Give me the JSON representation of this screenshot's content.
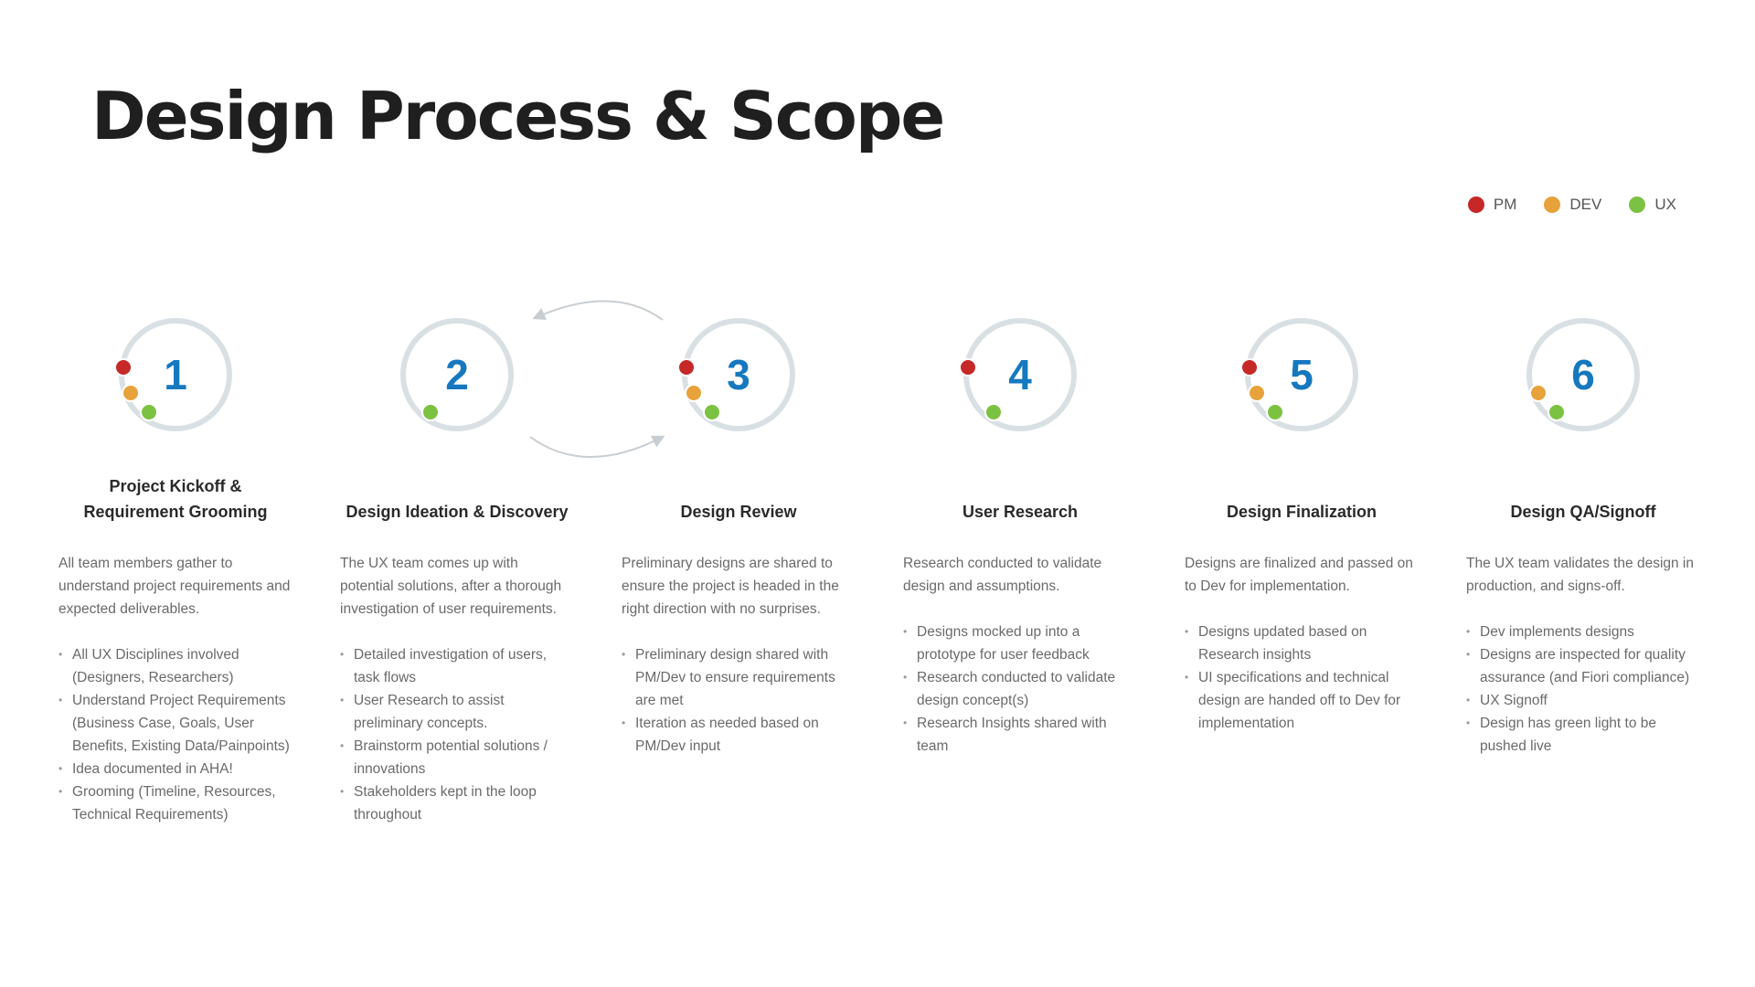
{
  "page": {
    "title": "Design Process & Scope"
  },
  "legend": [
    {
      "label": "PM",
      "color": "#c62828"
    },
    {
      "label": "DEV",
      "color": "#e8a23b"
    },
    {
      "label": "UX",
      "color": "#7cc242"
    }
  ],
  "stages": [
    {
      "number": "1",
      "title": "Project Kickoff &\nRequirement Grooming",
      "roles": [
        "PM",
        "DEV",
        "UX"
      ],
      "description": "All team members gather to understand project requirements and expected deliverables.",
      "bullets": [
        "All UX Disciplines involved (Designers, Researchers)",
        "Understand Project Requirements (Business Case, Goals, User Benefits, Existing Data/Painpoints)",
        "Idea documented in AHA!",
        "Grooming (Timeline, Resources, Technical Requirements)"
      ]
    },
    {
      "number": "2",
      "title": "Design Ideation & Discovery",
      "roles": [
        "UX"
      ],
      "description": "The UX team comes up with potential solutions, after a thorough investigation of user requirements.",
      "bullets": [
        "Detailed investigation of users, task flows",
        "User Research to assist preliminary concepts.",
        "Brainstorm potential solutions / innovations",
        "Stakeholders kept in the loop throughout"
      ]
    },
    {
      "number": "3",
      "title": "Design Review",
      "roles": [
        "PM",
        "DEV",
        "UX"
      ],
      "description": "Preliminary designs are shared to ensure the project is headed in the right direction with no surprises.",
      "bullets": [
        "Preliminary design shared with PM/Dev to ensure requirements are met",
        "Iteration as needed based on PM/Dev input"
      ]
    },
    {
      "number": "4",
      "title": "User Research",
      "roles": [
        "PM",
        "UX"
      ],
      "description": "Research conducted to validate design and assumptions.",
      "bullets": [
        "Designs mocked up into a prototype for user feedback",
        "Research conducted to validate design concept(s)",
        "Research Insights shared with team"
      ]
    },
    {
      "number": "5",
      "title": "Design Finalization",
      "roles": [
        "PM",
        "DEV",
        "UX"
      ],
      "description": "Designs are finalized and passed on to Dev for implementation.",
      "bullets": [
        "Designs updated based on Research insights",
        "UI specifications and technical design are handed off to Dev for implementation"
      ]
    },
    {
      "number": "6",
      "title": "Design QA/Signoff",
      "roles": [
        "DEV",
        "UX"
      ],
      "description": "The UX team validates the design in production, and signs-off.",
      "bullets": [
        "Dev implements designs",
        "Designs are inspected for quality assurance (and Fiori compliance)",
        "UX Signoff",
        "Design has green light to be pushed live"
      ]
    }
  ]
}
